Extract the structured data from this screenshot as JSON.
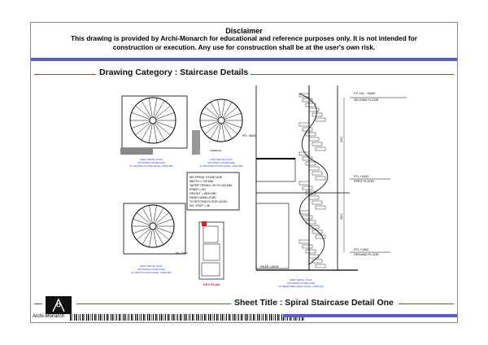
{
  "disclaimer": {
    "title": "Disclaimer",
    "line1": "This drawing is provided by Archi-Monarch for educational and reference purposes only. It is not intended for",
    "line2": "construction or execution. Any use for construction shall be at the user's own risk."
  },
  "category": {
    "label": "Drawing Category : Staircase Details"
  },
  "sheet": {
    "title": "Sheet Title : Spiral Staircase Detail One"
  },
  "brand": {
    "name": "Archi-Monarch"
  },
  "drawing": {
    "plan1_caption": [
      "PART DETAIL PLAN",
      "MS SPIRAL STAIRCASE",
      "AT SECOND FLOOR LEVEL +8400 MM"
    ],
    "plan2_caption": [
      "PART DETAIL PLAN",
      "MS SPIRAL STAIRCASE",
      "AT SECOND FLOOR LEVEL +8400 MM"
    ],
    "plan3_caption": [
      "PART DETAIL PLAN",
      "MS SPIRAL STAIRCASE",
      "AT FIRST FLOOR LEVEL +5100 MM"
    ],
    "elev_caption": [
      "PART DETAIL PLAN",
      "MS SPIRAL STAIRCASE",
      "AT REAR SIDE LAWN LEVEL +1500 MM"
    ],
    "ffl_terrace": "FFL +8400",
    "terrace": "TERRACE",
    "ffl_first": "FFL +5100",
    "spec": [
      "MS SPIRAL STAIRCASE",
      "WIDTH = 700 MM",
      "TAPER TREAD= 30 TO 300 MM",
      "RISER = 6G",
      "HEIGHT = 6600 MM",
      "REAR LAWN LEVEL",
      "TO SECOND FLOOR LEVEL",
      "NO. STEP = 36"
    ],
    "key_plan": "KEY PLAN",
    "second_floor": "SECOND FLOOR",
    "first_floor": "FIRST FLOOR",
    "ground_floor": "GROUND FLOOR",
    "ffl_top": "F.F. LVL. +8400",
    "ffl_mid": "FFL +5100",
    "ffl_low": "FFL +1500",
    "rear_lawn": "REAR LAWN",
    "dim1": "3300",
    "dim2": "3300"
  }
}
